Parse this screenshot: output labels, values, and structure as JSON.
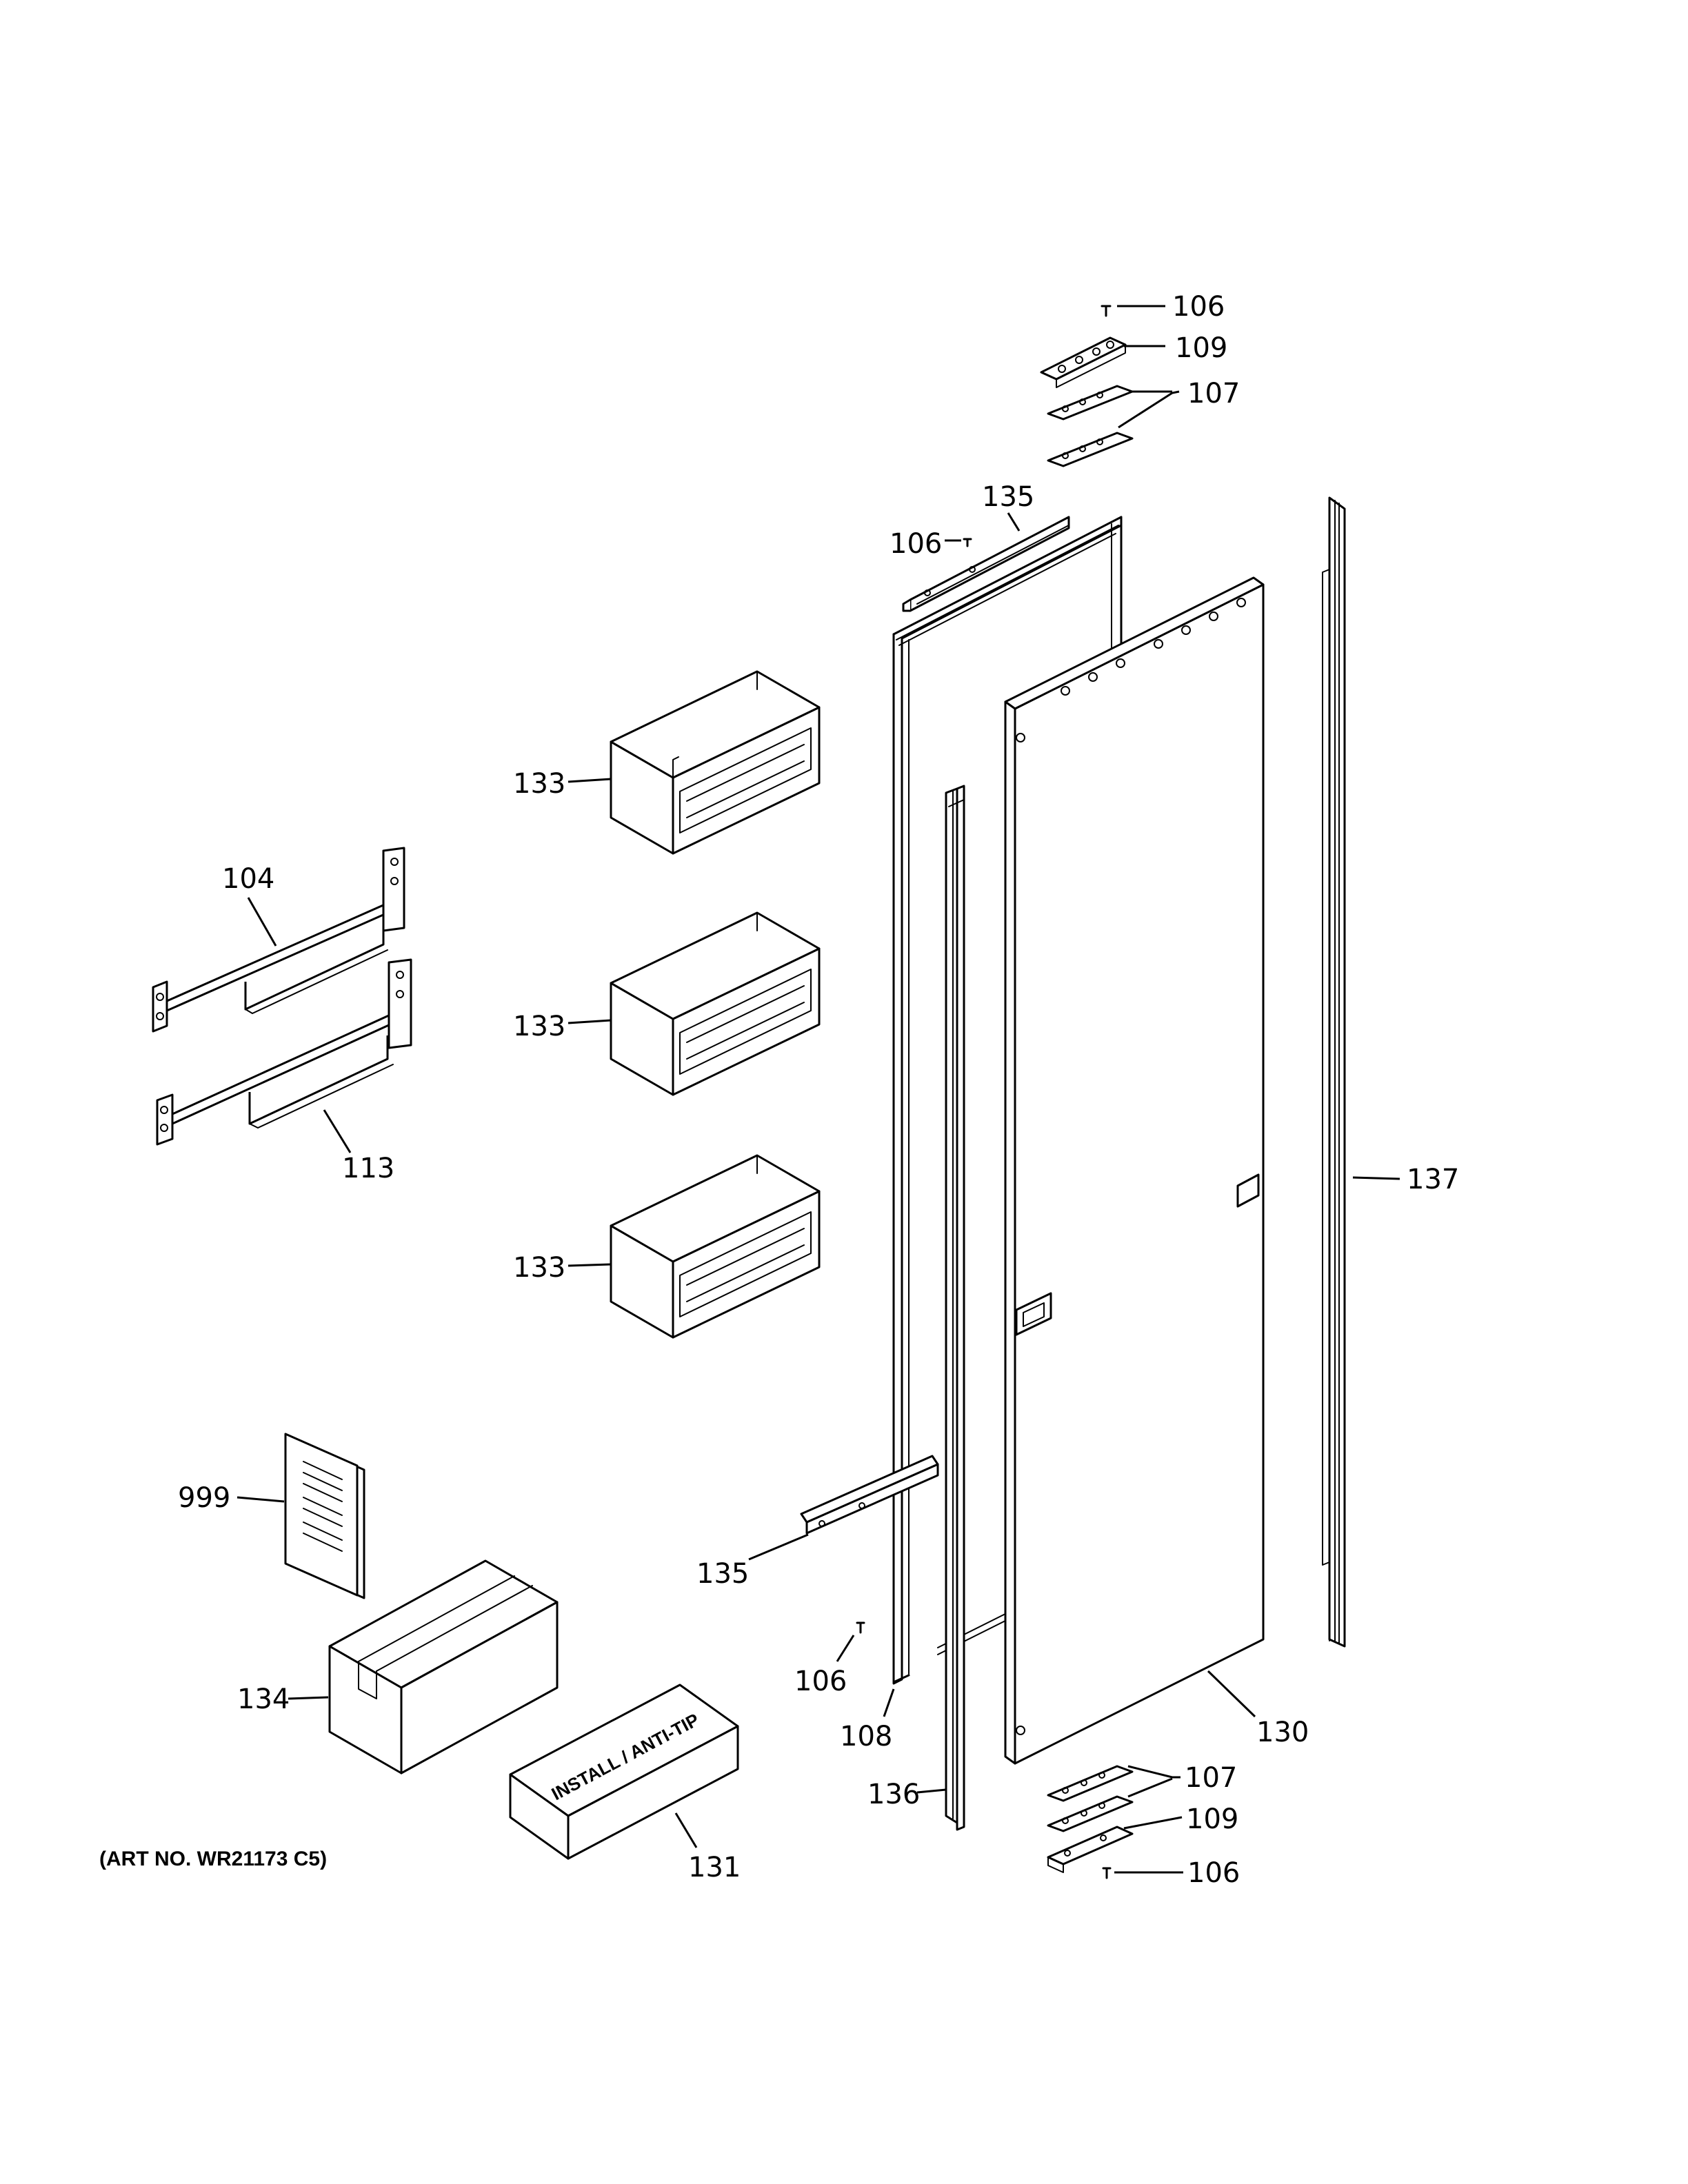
{
  "diagram": {
    "art_number": "(ART NO. WR21173 C5)",
    "box_131_label": "INSTALL / ANTI-TIP",
    "callouts": {
      "c106_top": "106",
      "c109_top": "109",
      "c107_top": "107",
      "c135_top": "135",
      "c106_mid": "106",
      "c133_a": "133",
      "c133_b": "133",
      "c133_c": "133",
      "c104": "104",
      "c113": "113",
      "c137": "137",
      "c999": "999",
      "c135_bottom": "135",
      "c106_low": "106",
      "c134": "134",
      "c108": "108",
      "c130": "130",
      "c107_bottom": "107",
      "c109_bottom": "109",
      "c136": "136",
      "c106_bottom": "106",
      "c131": "131"
    }
  }
}
